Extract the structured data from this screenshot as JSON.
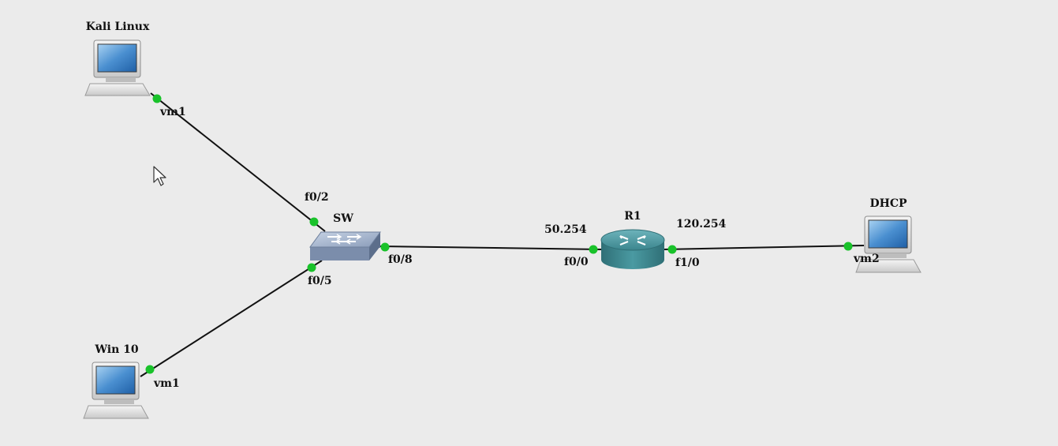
{
  "nodes": {
    "kali": {
      "name": "Kali Linux",
      "type": "host",
      "icon": "computer-icon"
    },
    "win10": {
      "name": "Win 10",
      "type": "host",
      "icon": "computer-icon"
    },
    "dhcp": {
      "name": "DHCP",
      "type": "host",
      "icon": "computer-icon"
    },
    "sw": {
      "name": "SW",
      "type": "switch",
      "icon": "switch-icon"
    },
    "r1": {
      "name": "R1",
      "type": "router",
      "icon": "router-icon"
    }
  },
  "links": [
    {
      "id": "kali-sw",
      "from": "Kali Linux",
      "to": "SW",
      "from_port": "vm1",
      "to_port": "f0/2"
    },
    {
      "id": "win10-sw",
      "from": "Win 10",
      "to": "SW",
      "from_port": "vm1",
      "to_port": "f0/5"
    },
    {
      "id": "sw-r1",
      "from": "SW",
      "to": "R1",
      "from_port": "f0/8",
      "to_port": "f0/0"
    },
    {
      "id": "r1-dhcp",
      "from": "R1",
      "to": "DHCP",
      "from_port": "f1/0",
      "to_port": "vm2"
    }
  ],
  "annotations": {
    "r1_f0_0_ip": "50.254",
    "r1_f1_0_ip": "120.254"
  },
  "colors": {
    "background": "#ebebeb",
    "link": "#111111",
    "port_up": "#19c22a",
    "router_body": "#3f8f97",
    "switch_body": "#8fa2bd"
  },
  "cursor_icon": "mouse-pointer-icon"
}
